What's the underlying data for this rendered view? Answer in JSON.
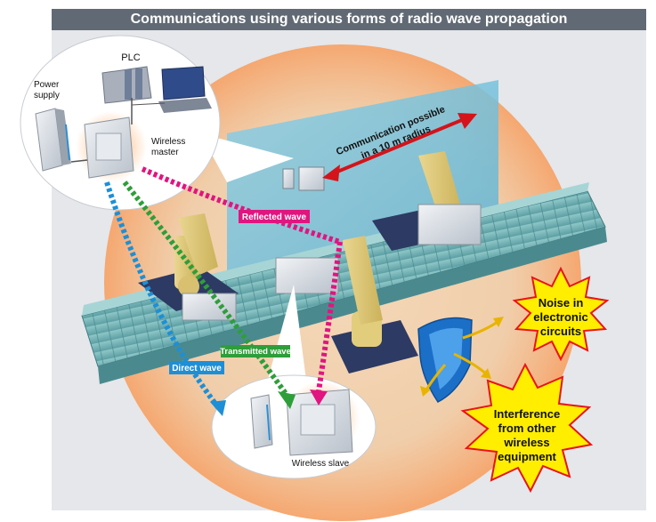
{
  "title": "Communications using various forms of radio wave propagation",
  "labels": {
    "plc": "PLC",
    "power_supply_line1": "Power",
    "power_supply_line2": "supply",
    "wireless_master_line1": "Wireless",
    "wireless_master_line2": "master",
    "wireless_slave": "Wireless slave",
    "range_line1": "Communication possible",
    "range_line2": "in a 10 m radius",
    "reflected_wave": "Reflected wave",
    "transmitted_wave": "Transmitted wave",
    "direct_wave": "Direct wave",
    "noise_line1": "Noise in",
    "noise_line2": "electronic",
    "noise_line3": "circuits",
    "interference_line1": "Interference",
    "interference_line2": "from other",
    "interference_line3": "wireless",
    "interference_line4": "equipment"
  },
  "colors": {
    "title_bar": "#616a74",
    "reflected_wave": "#e0157f",
    "transmitted_wave": "#2e9e3a",
    "direct_wave": "#1d8fd6",
    "range_arrow": "#d4141a",
    "starburst_fill": "#ffee00",
    "starburst_stroke": "#e8141a",
    "shield": "#1b6fc7"
  },
  "icons": [
    "plc-icon",
    "laptop-icon",
    "power-supply-icon",
    "wireless-master-icon",
    "wireless-slave-icon",
    "robot-arm-icon",
    "conveyor-icon",
    "shield-icon"
  ]
}
